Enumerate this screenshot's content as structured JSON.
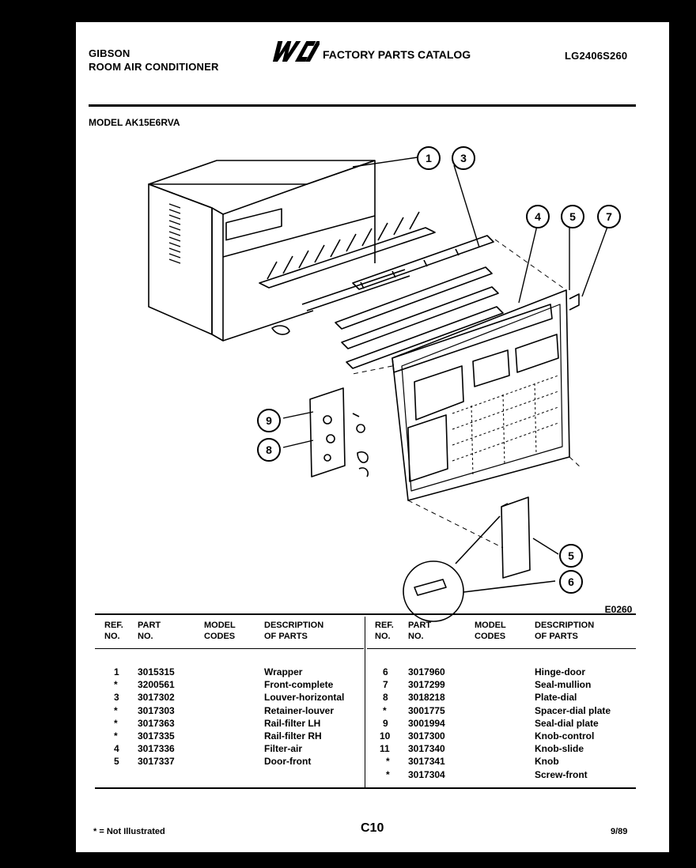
{
  "header": {
    "brand": "GIBSON",
    "product": "ROOM AIR CONDITIONER",
    "logo_text": "WCI",
    "catalog_title": "FACTORY PARTS CATALOG",
    "catalog_number": "LG2406S260",
    "model_line": "MODEL AK15E6RVA"
  },
  "diagram": {
    "callouts": [
      "1",
      "3",
      "4",
      "5",
      "7",
      "9",
      "8",
      "5",
      "6"
    ],
    "figure_code": "E0260"
  },
  "table": {
    "headers": {
      "ref": "REF.\nNO.",
      "part": "PART\nNO.",
      "model": "MODEL\nCODES",
      "desc": "DESCRIPTION\nOF PARTS"
    },
    "left_rows": [
      {
        "ref": "1",
        "part": "3015315",
        "model": "",
        "desc": "Wrapper"
      },
      {
        "ref": "*",
        "part": "3200561",
        "model": "",
        "desc": "Front-complete"
      },
      {
        "ref": "3",
        "part": "3017302",
        "model": "",
        "desc": "Louver-horizontal"
      },
      {
        "ref": "*",
        "part": "3017303",
        "model": "",
        "desc": "Retainer-louver"
      },
      {
        "ref": "*",
        "part": "3017363",
        "model": "",
        "desc": "Rail-filter LH"
      },
      {
        "ref": "*",
        "part": "3017335",
        "model": "",
        "desc": "Rail-filter RH"
      },
      {
        "ref": "4",
        "part": "3017336",
        "model": "",
        "desc": "Filter-air"
      },
      {
        "ref": "5",
        "part": "3017337",
        "model": "",
        "desc": "Door-front"
      }
    ],
    "right_rows": [
      {
        "ref": "6",
        "part": "3017960",
        "model": "",
        "desc": "Hinge-door"
      },
      {
        "ref": "7",
        "part": "3017299",
        "model": "",
        "desc": "Seal-mullion"
      },
      {
        "ref": "8",
        "part": "3018218",
        "model": "",
        "desc": "Plate-dial"
      },
      {
        "ref": "*",
        "part": "3001775",
        "model": "",
        "desc": "Spacer-dial plate"
      },
      {
        "ref": "9",
        "part": "3001994",
        "model": "",
        "desc": "Seal-dial plate"
      },
      {
        "ref": "10",
        "part": "3017300",
        "model": "",
        "desc": "Knob-control"
      },
      {
        "ref": "11",
        "part": "3017340",
        "model": "",
        "desc": "Knob-slide"
      },
      {
        "ref": "*",
        "part": "3017341",
        "model": "",
        "desc": "Knob"
      },
      {
        "ref": "*",
        "part": "3017304",
        "model": "",
        "desc": "Screw-front"
      }
    ]
  },
  "footer": {
    "note": "* = Not Illustrated",
    "page": "C10",
    "date": "9/89"
  }
}
